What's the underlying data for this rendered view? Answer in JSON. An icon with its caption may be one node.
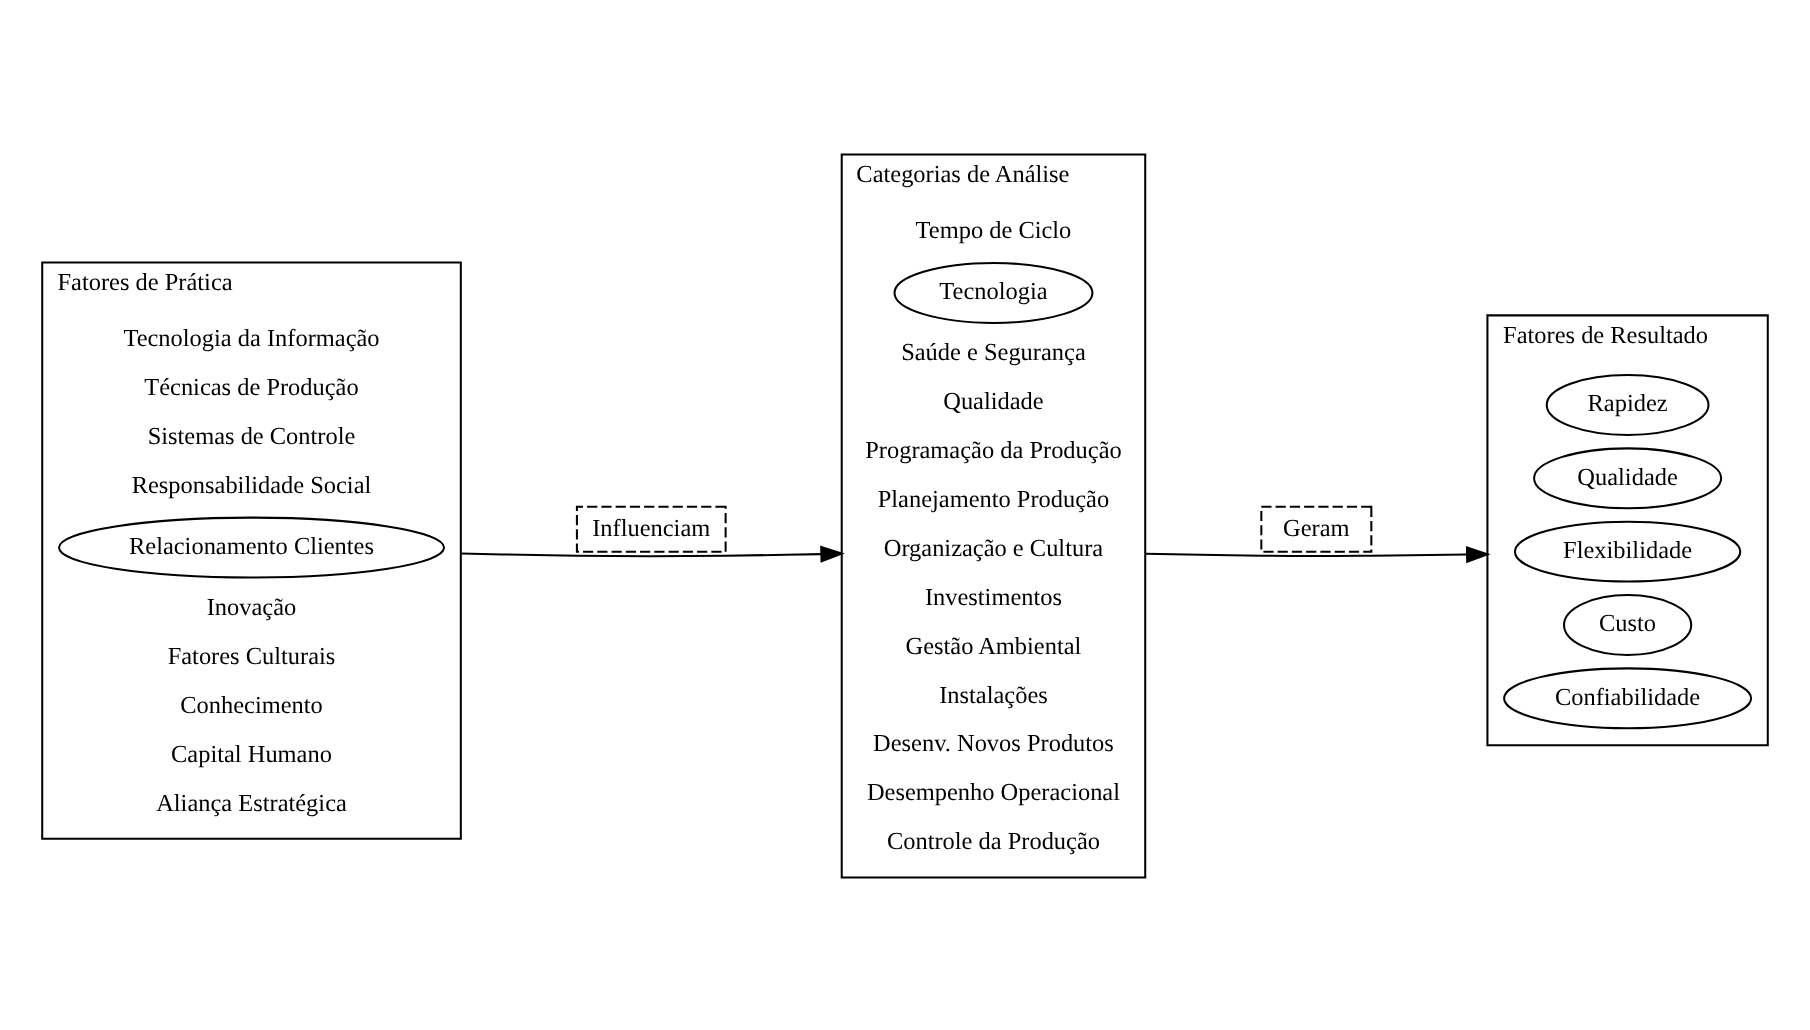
{
  "diagram": {
    "nodes": [
      {
        "text": [
          "Fatores de Prática"
        ]
      },
      {
        "text": [
          "Aliança Estratégica"
        ],
        "in": 0
      },
      {
        "text": [
          "Capital Humano"
        ],
        "in": 0
      },
      {
        "text": [
          "Conhecimento"
        ],
        "in": 0
      },
      {
        "text": [
          "Fatores Culturais"
        ],
        "in": 0
      },
      {
        "text": [
          "Inovação"
        ],
        "in": 0
      },
      {
        "text": [
          "Relacionamento Clientes"
        ],
        "in": 0
      },
      {
        "text": [
          "Responsabilidade Social"
        ],
        "in": 0
      },
      {
        "text": [
          "Sistemas de Controle"
        ],
        "in": 0
      },
      {
        "text": [
          "Técnicas de Produção"
        ],
        "in": 0
      },
      {
        "text": [
          "Tecnologia da Informação"
        ],
        "in": 0
      },
      {
        "text": [
          "Influenciam"
        ]
      },
      {
        "text": [
          "Categorias de Análise"
        ]
      },
      {
        "text": [
          "Controle da Produção"
        ],
        "in": 12
      },
      {
        "text": [
          "Desempenho Operacional"
        ],
        "in": 12
      },
      {
        "text": [
          "Desenv. Novos Produtos"
        ],
        "in": 12
      },
      {
        "text": [
          "Instalações"
        ],
        "in": 12
      },
      {
        "text": [
          "Gestão Ambiental"
        ],
        "in": 12
      },
      {
        "text": [
          "Investimentos"
        ],
        "in": 12
      },
      {
        "text": [
          "Organização e Cultura"
        ],
        "in": 12
      },
      {
        "text": [
          "Planejamento Produção"
        ],
        "in": 12
      },
      {
        "text": [
          "Programação da Produção"
        ],
        "in": 12
      },
      {
        "text": [
          "Qualidade"
        ],
        "in": 12
      },
      {
        "text": [
          "Saúde e Segurança"
        ],
        "in": 12
      },
      {
        "text": [
          "Tecnologia"
        ],
        "in": 12
      },
      {
        "text": [
          "Tempo de Ciclo"
        ],
        "in": 12
      },
      {
        "text": [
          "Geram"
        ]
      },
      {
        "text": [
          "Fatores de Resultado"
        ]
      },
      {
        "text": [
          "Confiabilidade"
        ],
        "in": 27
      },
      {
        "text": [
          "Custo"
        ],
        "in": 27
      },
      {
        "text": [
          "Flexibilidade"
        ],
        "in": 27
      },
      {
        "text": [
          "Qualidade"
        ],
        "in": 27
      },
      {
        "text": [
          "Rapidez"
        ],
        "in": 27
      }
    ],
    "edges": [
      {
        "from": 0,
        "to": 12,
        "arrow": "to"
      },
      {
        "from": 12,
        "to": 27,
        "arrow": "to"
      }
    ]
  }
}
